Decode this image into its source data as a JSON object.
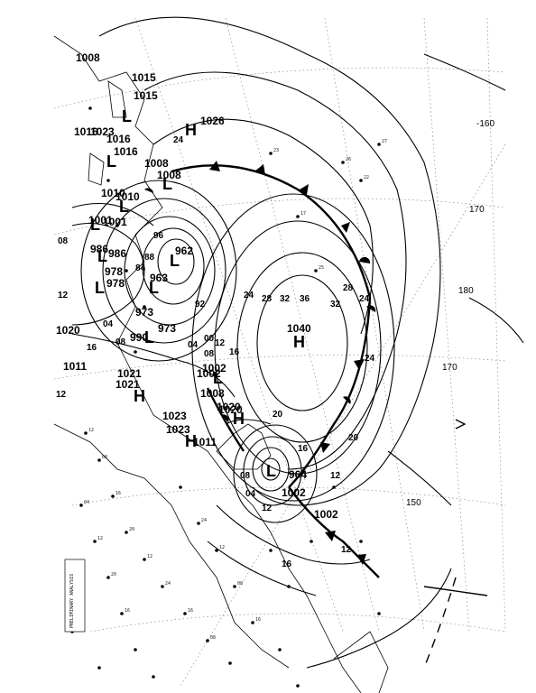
{
  "header_lines": [
    "PRELIMINARY ANALYSIS"
  ],
  "high_centers": [
    {
      "id": "h1040",
      "symbol": "H",
      "value": "1040"
    },
    {
      "id": "h1026",
      "symbol": "H",
      "value": "1026"
    },
    {
      "id": "h1023",
      "symbol": "H",
      "value": "1023"
    },
    {
      "id": "h1021",
      "symbol": "H",
      "value": "1021"
    },
    {
      "id": "h1020",
      "symbol": "H",
      "value": "1020"
    }
  ],
  "low_centers": [
    {
      "id": "l962",
      "symbol": "L",
      "value": "962"
    },
    {
      "id": "l963",
      "symbol": "L",
      "value": "963"
    },
    {
      "id": "l964",
      "symbol": "L",
      "value": "964"
    },
    {
      "id": "l973",
      "symbol": "L",
      "value": "973"
    },
    {
      "id": "l978",
      "symbol": "L",
      "value": "978"
    },
    {
      "id": "l986",
      "symbol": "L",
      "value": "986"
    },
    {
      "id": "l1001",
      "symbol": "L",
      "value": "1001"
    },
    {
      "id": "l1002",
      "symbol": "L",
      "value": "1002"
    },
    {
      "id": "l1008",
      "symbol": "L",
      "value": "1008"
    },
    {
      "id": "l1010",
      "symbol": "L",
      "value": "1010"
    },
    {
      "id": "l1015",
      "symbol": "L",
      "value": "1015"
    },
    {
      "id": "l1016",
      "symbol": "L",
      "value": "1016"
    }
  ],
  "pressure_labels": [
    "1008",
    "1015",
    "1016",
    "1023",
    "1008",
    "1010",
    "1001",
    "986",
    "978",
    "973",
    "1020",
    "1011",
    "1021",
    "1023",
    "1011",
    "1008",
    "1002",
    "1002",
    "1002",
    "1020",
    "1016",
    "990"
  ],
  "contour_labels": [
    "24",
    "28",
    "32",
    "36",
    "24",
    "28",
    "32",
    "20",
    "24",
    "12",
    "16",
    "20",
    "16",
    "12",
    "24",
    "08",
    "12",
    "04",
    "00",
    "08",
    "12",
    "16",
    "12",
    "84",
    "88",
    "92",
    "96",
    "04",
    "08",
    "12",
    "16",
    "08",
    "04"
  ],
  "longitude_labels": [
    "-160",
    "170",
    "180",
    "170",
    "150"
  ],
  "colors": {
    "ink": "#000000",
    "paper": "#ffffff",
    "grid": "#777777"
  }
}
